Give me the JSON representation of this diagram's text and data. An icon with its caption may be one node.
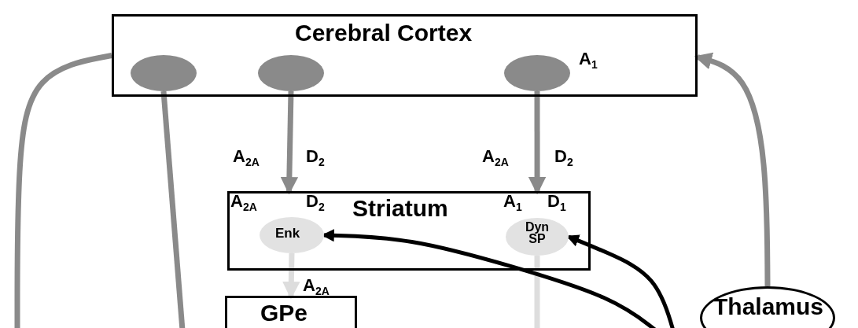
{
  "diagram": {
    "nodes": [
      {
        "text": [
          "Cerebral Cortex"
        ]
      },
      {
        "text": [],
        "shape": "ellipse",
        "in": 0
      },
      {
        "text": [],
        "shape": "ellipse",
        "in": 0
      },
      {
        "text": [],
        "shape": "ellipse",
        "in": 0
      },
      {
        "text": [
          "Striatum"
        ]
      },
      {
        "text": [
          "Enk"
        ],
        "in": 4
      },
      {
        "text": [
          "Dyn SP"
        ],
        "in": 4
      },
      {
        "text": [
          "GPe"
        ]
      },
      {
        "text": [
          "Thalamus"
        ]
      }
    ],
    "edges": [
      {
        "from": 0,
        "to": null,
        "arrow": "none"
      },
      {
        "from": 1,
        "to": null,
        "arrow": "none"
      },
      {
        "from": 2,
        "to": 4,
        "arrow": "to"
      },
      {
        "from": 3,
        "to": 4,
        "arrow": "to"
      },
      {
        "from": 5,
        "to": 7,
        "arrow": "to",
        "color": "#dddddd"
      },
      {
        "from": 6,
        "to": null,
        "arrow": "none",
        "color": "#dddddd"
      },
      {
        "from": null,
        "to": 5,
        "arrow": "to",
        "color": "#000000"
      },
      {
        "from": null,
        "to": 6,
        "arrow": "to",
        "color": "#000000"
      },
      {
        "from": 8,
        "to": 0,
        "arrow": "to"
      }
    ],
    "labels": [
      "A$_{1}$",
      "A$_{2A}$",
      "D$_{2}$",
      "A$_{2A}$",
      "D$_{2}$",
      "A$_{2A}$",
      "D$_{2}$",
      "A$_{1}$",
      "D$_{1}$",
      "A$_{2A}$"
    ]
  }
}
